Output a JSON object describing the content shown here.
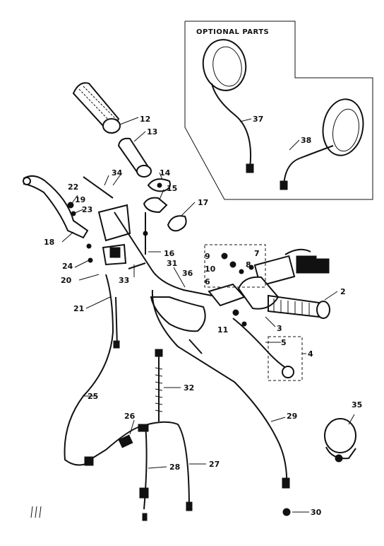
{
  "optional_box": {
    "title": "OPTIONAL PARTS"
  },
  "callouts": [
    {
      "key": "c2",
      "label": "2"
    },
    {
      "key": "c3",
      "label": "3"
    },
    {
      "key": "c4",
      "label": "4"
    },
    {
      "key": "c5",
      "label": "5"
    },
    {
      "key": "c6",
      "label": "6"
    },
    {
      "key": "c7",
      "label": "7"
    },
    {
      "key": "c8",
      "label": "8"
    },
    {
      "key": "c9",
      "label": "9"
    },
    {
      "key": "c10",
      "label": "10"
    },
    {
      "key": "c11",
      "label": "11"
    },
    {
      "key": "c12",
      "label": "12"
    },
    {
      "key": "c13",
      "label": "13"
    },
    {
      "key": "c14",
      "label": "14"
    },
    {
      "key": "c15",
      "label": "15"
    },
    {
      "key": "c16",
      "label": "16"
    },
    {
      "key": "c17",
      "label": "17"
    },
    {
      "key": "c18",
      "label": "18"
    },
    {
      "key": "c19",
      "label": "19"
    },
    {
      "key": "c20",
      "label": "20"
    },
    {
      "key": "c21",
      "label": "21"
    },
    {
      "key": "c22",
      "label": "22"
    },
    {
      "key": "c23",
      "label": "23"
    },
    {
      "key": "c24",
      "label": "24"
    },
    {
      "key": "c25",
      "label": "25"
    },
    {
      "key": "c26",
      "label": "26"
    },
    {
      "key": "c27",
      "label": "27"
    },
    {
      "key": "c28",
      "label": "28"
    },
    {
      "key": "c29",
      "label": "29"
    },
    {
      "key": "c30",
      "label": "30"
    },
    {
      "key": "c31",
      "label": "31"
    },
    {
      "key": "c32",
      "label": "32"
    },
    {
      "key": "c33",
      "label": "33"
    },
    {
      "key": "c34",
      "label": "34"
    },
    {
      "key": "c35",
      "label": "35"
    },
    {
      "key": "c36",
      "label": "36"
    },
    {
      "key": "c37",
      "label": "37"
    },
    {
      "key": "c38",
      "label": "38"
    }
  ]
}
